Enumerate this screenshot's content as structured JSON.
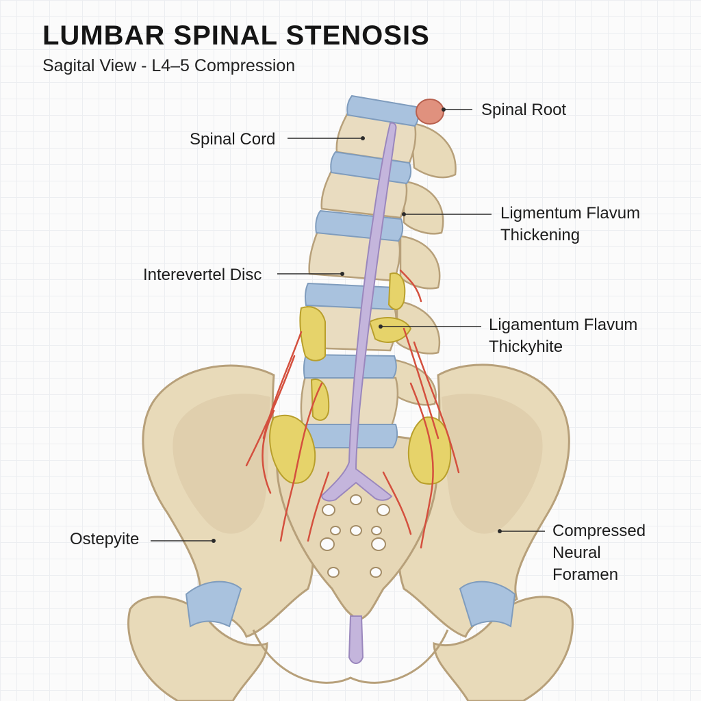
{
  "title": "LUMBAR SPINAL STENOSIS",
  "subtitle": "Sagital View - L4–5 Compression",
  "labels": {
    "spinal_root": "Spinal Root",
    "spinal_cord": "Spinal Cord",
    "ligamentum_1": [
      "Ligmentum Flavum",
      "Thickening"
    ],
    "disc": "Interevertel Disc",
    "ligamentum_2": [
      "Ligamentum Flavum",
      "Thickyhite"
    ],
    "osteophyte": "Ostepyite",
    "foramen": [
      "Compressed",
      "Neural",
      "Foramen"
    ]
  },
  "colors": {
    "bone": "#e9dcc0",
    "bone_shadow": "#c9b48f",
    "disc": "#a9c2de",
    "nerve_yellow": "#e6d36a",
    "spinal_cord": "#c4b5dc",
    "vessel": "#d4503e",
    "inflamed": "#e0917e"
  }
}
